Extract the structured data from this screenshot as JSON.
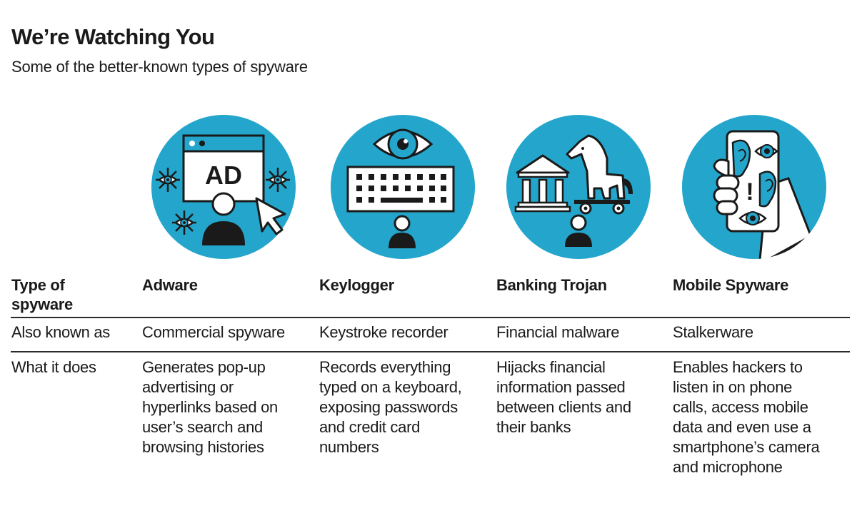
{
  "header": {
    "title": "We’re Watching You",
    "subtitle": "Some of the better-known types of spyware"
  },
  "colors": {
    "accent_teal": "#24A6CC",
    "ink": "#1a1a1a",
    "background": "#ffffff"
  },
  "table": {
    "row_labels": {
      "type": "Type of\nspyware",
      "aka": "Also known as",
      "does": "What it does"
    },
    "columns": [
      {
        "name": "Adware",
        "icon": "adware-ad-window-icon",
        "aka": "Commercial spyware",
        "does": "Generates pop-up\nadvertising or\nhyperlinks based on\nuser’s search and\nbrowsing histories",
        "icon_text": "AD"
      },
      {
        "name": "Keylogger",
        "icon": "keylogger-eye-keyboard-icon",
        "aka": "Keystroke recorder",
        "does": "Records everything\ntyped on a keyboard,\nexposing passwords\nand credit card\nnumbers"
      },
      {
        "name": "Banking Trojan",
        "icon": "banking-trojan-bank-horse-icon",
        "aka": "Financial malware",
        "does": "Hijacks financial\ninformation passed\nbetween clients and\ntheir banks"
      },
      {
        "name": "Mobile Spyware",
        "icon": "mobile-spyware-phone-icon",
        "aka": "Stalkerware",
        "does": "Enables hackers to\nlisten in on phone\ncalls, access mobile\ndata and even use a\nsmartphone’s camera\nand microphone",
        "icon_text": "!"
      }
    ]
  }
}
